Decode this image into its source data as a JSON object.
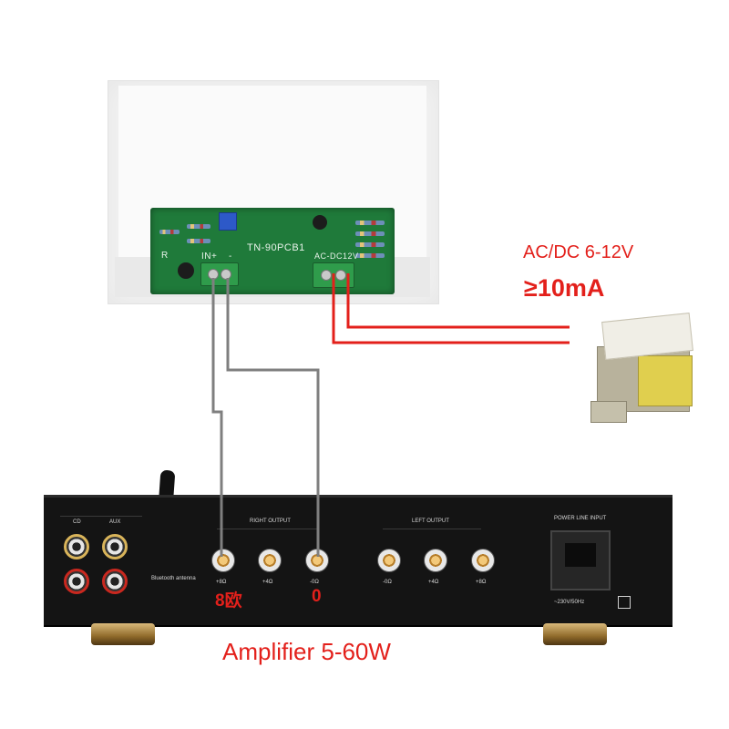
{
  "board": {
    "model": "TN-90PCB1",
    "input_label": "IN+",
    "ground_label": "-",
    "power_label": "AC-DC12V",
    "ref_label": "R"
  },
  "power_spec": {
    "voltage": "AC/DC 6-12V",
    "current": "≥10mA"
  },
  "amplifier": {
    "caption": "Amplifier 5-60W",
    "cd_label": "CD",
    "aux_label": "AUX",
    "antenna_label": "Bluetooth antenna",
    "right_output_label": "RIGHT OUTPUT",
    "left_output_label": "LEFT OUTPUT",
    "power_inlet_label": "POWER LINE INPUT",
    "power_rating": "~230V/50Hz",
    "right_posts": [
      "+8Ω",
      "+4Ω",
      "-0Ω"
    ],
    "left_posts": [
      "-0Ω",
      "+4Ω",
      "+8Ω"
    ],
    "connection_labels": [
      "8欧",
      "0"
    ]
  },
  "colors": {
    "signal_wire": "#7f7f7f",
    "power_wire": "#e3201b",
    "annotation": "#e3201b",
    "pcb": "#1f7a3a"
  }
}
